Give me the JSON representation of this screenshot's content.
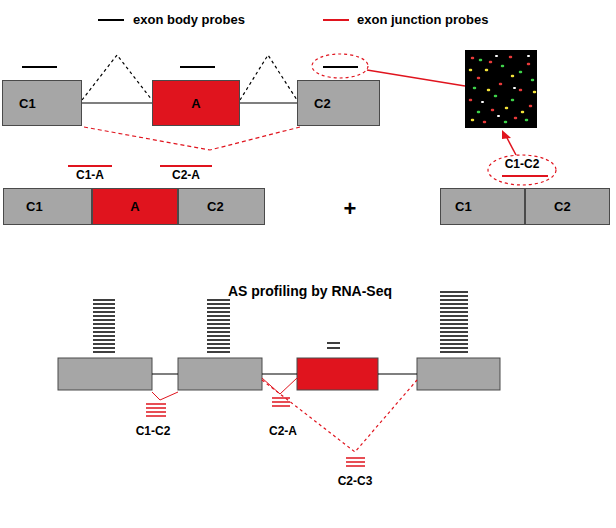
{
  "diagram": {
    "nodes": [
      {
        "text": [
          "C1"
        ]
      },
      {
        "text": [
          "A"
        ]
      },
      {
        "text": [
          "C2"
        ]
      },
      {
        "text": [
          "C1"
        ]
      },
      {
        "text": [
          "A"
        ]
      },
      {
        "text": [
          "C2"
        ]
      },
      {
        "text": [
          "C1"
        ]
      },
      {
        "text": [
          "C2"
        ]
      }
    ],
    "edges": [
      {
        "from": 0,
        "to": 1,
        "arrow": "none"
      },
      {
        "from": 1,
        "to": 2,
        "arrow": "none"
      }
    ],
    "labels": [
      "C1-A",
      "C2-A",
      "+",
      "C1-C2",
      "AS profiling by RNA-Seq",
      "C1-C2",
      "C2-A",
      "C2-C3"
    ],
    "legend": [
      {
        "text": "exon body probes"
      },
      {
        "text": "exon junction probes"
      }
    ]
  }
}
